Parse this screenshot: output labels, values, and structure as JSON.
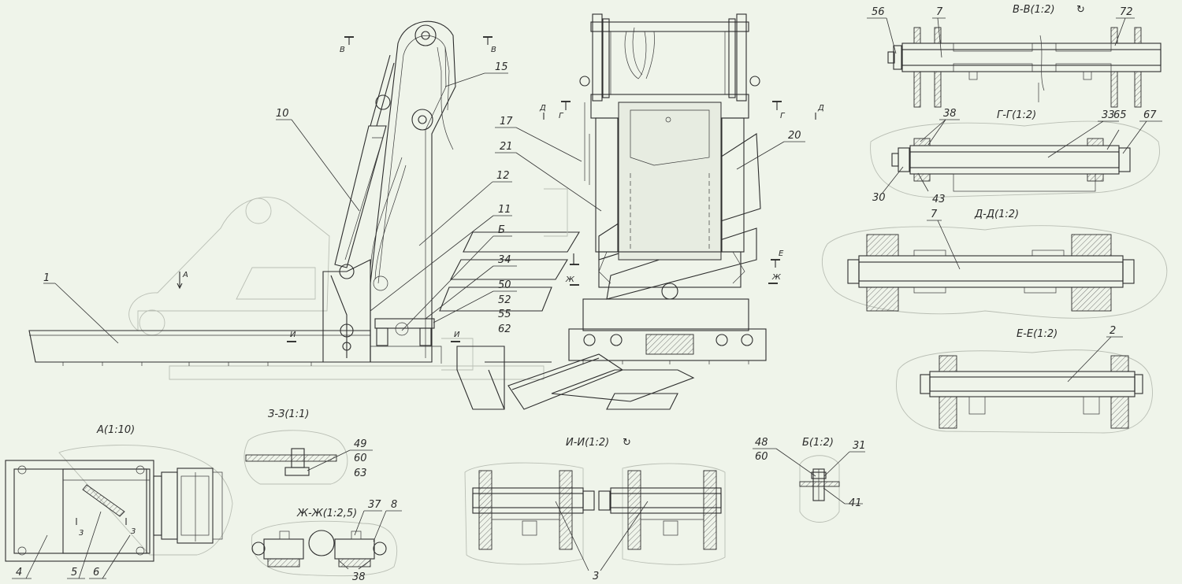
{
  "sections": {
    "vv": "В-В(1:2)",
    "gg": "Г-Г(1:2)",
    "dd": "Д-Д(1:2)",
    "ee": "Е-Е(1:2)",
    "a": "А(1:10)",
    "zz": "З-З(1:1)",
    "zhzh": "Ж-Ж(1:2,5)",
    "ii": "И-И(1:2)",
    "b": "Б(1:2)"
  },
  "rotation_mark": "↻",
  "cut_marks": {
    "v": "В",
    "g": "Г",
    "d": "Д",
    "e": "Е",
    "zh": "Ж",
    "i": "И",
    "a": "А",
    "z": "3"
  },
  "callouts": {
    "c1": "1",
    "c10": "10",
    "c15": "15",
    "c12": "12",
    "c11": "11",
    "cB": "Б",
    "c34": "34",
    "c50": "50",
    "c52": "52",
    "c55": "55",
    "c62": "62",
    "c17": "17",
    "c21": "21",
    "c20": "20",
    "c56": "56",
    "c7a": "7",
    "c72": "72",
    "c38a": "38",
    "c33": "33",
    "c65": "65",
    "c67": "67",
    "c30": "30",
    "c43": "43",
    "c7b": "7",
    "c2": "2",
    "c4": "4",
    "c5": "5",
    "c6": "6",
    "c49": "49",
    "c60a": "60",
    "c63": "63",
    "c37": "37",
    "c8": "8",
    "c38b": "38",
    "c3": "3",
    "c48": "48",
    "c60b": "60",
    "c31": "31",
    "c41": "41"
  }
}
